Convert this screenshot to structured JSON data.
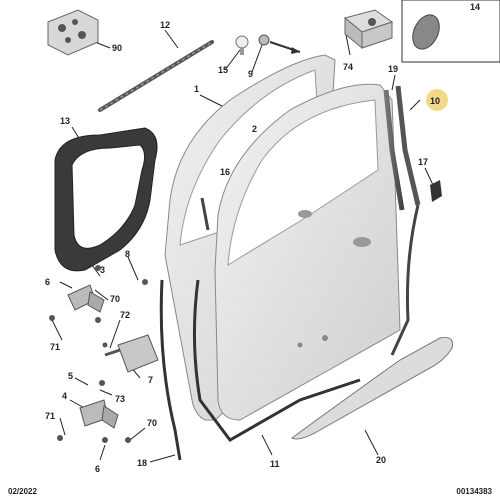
{
  "callouts": {
    "c1": "1",
    "c2": "2",
    "c3": "3",
    "c4": "4",
    "c5": "5",
    "c6a": "6",
    "c6b": "6",
    "c7": "7",
    "c8": "8",
    "c9": "9",
    "c10": "10",
    "c11": "11",
    "c12": "12",
    "c13": "13",
    "c14": "14",
    "c15": "15",
    "c16": "16",
    "c17": "17",
    "c18": "18",
    "c19": "19",
    "c20": "20",
    "c70a": "70",
    "c70b": "70",
    "c71a": "71",
    "c71b": "71",
    "c72": "72",
    "c73": "73",
    "c74": "74",
    "c90": "90"
  },
  "footer": {
    "date": "02/2022",
    "ref": "00134383"
  },
  "colors": {
    "highlight": "#f5d98a",
    "door": "#e2e2e2",
    "dark_part": "#3a3a3a"
  }
}
